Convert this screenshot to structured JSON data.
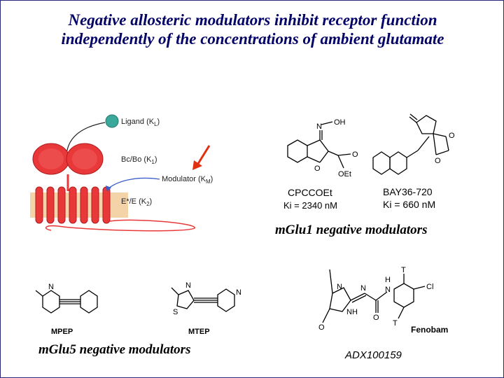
{
  "slide": {
    "title": "Negative allosteric modulators inhibit receptor function independently of the concentrations of ambient glutamate"
  },
  "diagram": {
    "ligand_label": "Ligand (K",
    "ligand_sub": "L",
    "bc_label": "Bc/Bo (K",
    "bc_sub": "1",
    "modulator_label": "Modulator (K",
    "modulator_sub": "M",
    "estar_label": "E*/E (K",
    "estar_sub": "2",
    "close_paren": ")",
    "colors": {
      "membrane": "#f4d3a8",
      "receptor": "#e8383a",
      "ligand": "#3aa89a",
      "arrow": "#e03010",
      "modulator_arrow": "#3a5fc8"
    }
  },
  "mglu1": {
    "cpccoet": {
      "name": "CPCCOEt",
      "ki": "Ki = 2340 nM",
      "atom_oh": "OH",
      "atom_n": "N",
      "atom_o": "O",
      "atom_o2": "O",
      "atom_oet": "OEt"
    },
    "bay": {
      "name": "BAY36-720",
      "ki": "Ki = 660 nM",
      "atom_o1": "O",
      "atom_o2": "O"
    },
    "caption": "mGlu1 negative modulators"
  },
  "mglu5": {
    "mpep": {
      "name": "MPEP",
      "atom_n": "N"
    },
    "mtep": {
      "name": "MTEP",
      "atom_n1": "N",
      "atom_s": "S",
      "atom_n2": "N"
    },
    "caption": "mGlu5 negative modulators"
  },
  "fenobam": {
    "name": "Fenobam",
    "atoms": {
      "n1": "N",
      "n2": "N",
      "nh1": "NH",
      "h": "H",
      "n3": "N",
      "o1": "O",
      "o2": "O",
      "cl": "Cl",
      "t1": "T",
      "t2": "T"
    },
    "caption": "ADX100159"
  }
}
